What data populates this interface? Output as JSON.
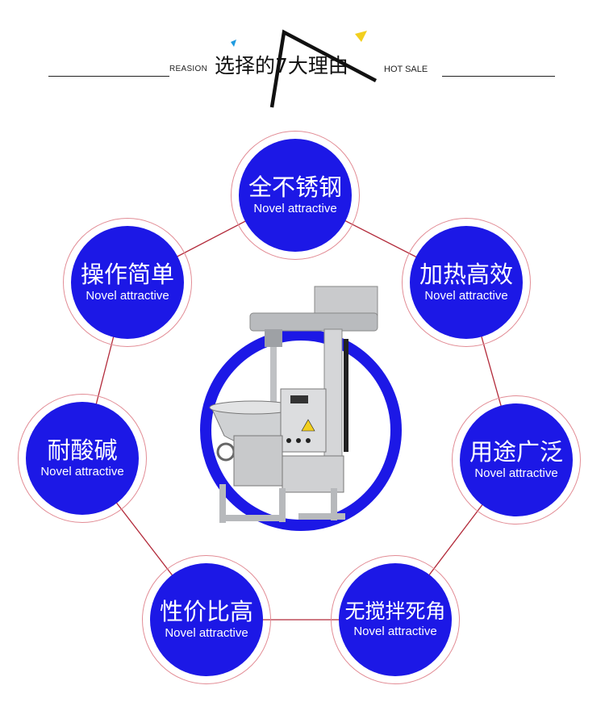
{
  "header": {
    "left_label": "REASION",
    "title": "选择的7大理由",
    "right_label": "HOT SALE"
  },
  "colors": {
    "disc": "#1c18e6",
    "ring": "#e28c95",
    "connector": "#b22a3a",
    "accent_blue": "#1f9be0",
    "accent_yellow": "#f2cf1e"
  },
  "features": [
    {
      "cn": "全不锈钢",
      "en": "Novel attractive"
    },
    {
      "cn": "加热高效",
      "en": "Novel attractive"
    },
    {
      "cn": "用途广泛",
      "en": "Novel attractive"
    },
    {
      "cn": "无搅拌死角",
      "en": "Novel attractive"
    },
    {
      "cn": "性价比高",
      "en": "Novel attractive"
    },
    {
      "cn": "耐酸碱",
      "en": "Novel attractive"
    },
    {
      "cn": "操作简单",
      "en": "Novel attractive"
    }
  ],
  "product_image": "stainless-steel-mixing-kettle"
}
